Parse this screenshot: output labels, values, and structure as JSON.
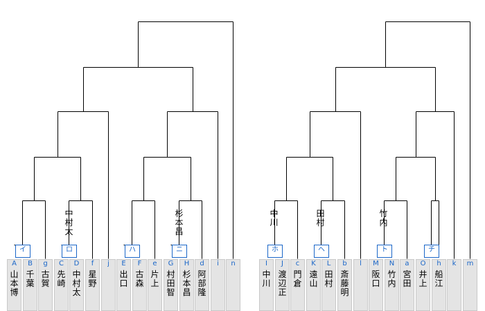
{
  "left": {
    "slots": [
      {
        "code": "A",
        "name": "山本博"
      },
      {
        "code": "B",
        "name": "千葉"
      },
      {
        "code": "g",
        "name": "古賀"
      },
      {
        "code": "C",
        "name": "先崎"
      },
      {
        "code": "D",
        "name": "中村太"
      },
      {
        "code": "f",
        "name": "星野"
      },
      {
        "code": "j",
        "name": ""
      },
      {
        "code": "E",
        "name": "出口"
      },
      {
        "code": "F",
        "name": "古森"
      },
      {
        "code": "e",
        "name": "片上"
      },
      {
        "code": "G",
        "name": "村田智"
      },
      {
        "code": "H",
        "name": "杉本昌"
      },
      {
        "code": "d",
        "name": "阿部隆"
      },
      {
        "code": "i",
        "name": ""
      },
      {
        "code": "n",
        "name": ""
      }
    ],
    "boxes": [
      "イ",
      "ロ",
      "ハ",
      "ニ"
    ],
    "winners": [
      "中村太",
      "杉本昌"
    ]
  },
  "right": {
    "slots": [
      {
        "code": "I",
        "name": "中川"
      },
      {
        "code": "J",
        "name": "渡辺正"
      },
      {
        "code": "c",
        "name": "門倉"
      },
      {
        "code": "K",
        "name": "遠山"
      },
      {
        "code": "L",
        "name": "田村"
      },
      {
        "code": "b",
        "name": "斎藤明"
      },
      {
        "code": "l",
        "name": ""
      },
      {
        "code": "M",
        "name": "阪口"
      },
      {
        "code": "N",
        "name": "竹内"
      },
      {
        "code": "a",
        "name": "宮田"
      },
      {
        "code": "O",
        "name": "井上"
      },
      {
        "code": "h",
        "name": "船江"
      },
      {
        "code": "k",
        "name": ""
      },
      {
        "code": "m",
        "name": ""
      }
    ],
    "boxes": [
      "ホ",
      "ヘ",
      "ト",
      "チ"
    ],
    "winners": [
      "中川",
      "田村",
      "竹内"
    ]
  },
  "colors": {
    "code": "#1a66c8",
    "box_border": "#1a66c8",
    "line": "#000000",
    "slot_fill": "#e4e4e4"
  }
}
